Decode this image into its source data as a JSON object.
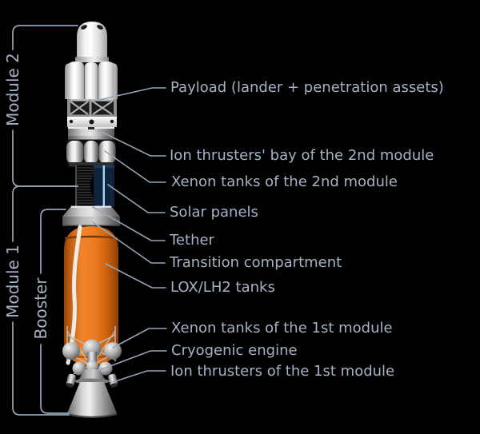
{
  "figure": {
    "title": "Two-module tethered spacecraft / booster stack diagram",
    "bg_color": "#000000",
    "text_color": "#a6b2c3",
    "line_color": "#96a5b6",
    "tank_orange": "#ee7c22",
    "solar_panel_navy": "#10233c",
    "solar_panel_edge_blue": "#a5daee"
  },
  "brackets": [
    {
      "id": "module-2",
      "label": "Module 2"
    },
    {
      "id": "module-1",
      "label": "Module 1"
    },
    {
      "id": "booster",
      "label": "Booster"
    }
  ],
  "labels": [
    {
      "id": "payload",
      "text": "Payload (lander + penetration assets)"
    },
    {
      "id": "ion-bay-2",
      "text": "Ion thrusters' bay of the 2nd module"
    },
    {
      "id": "xenon-2",
      "text": "Xenon tanks of the 2nd module"
    },
    {
      "id": "solar-panels",
      "text": "Solar panels"
    },
    {
      "id": "tether",
      "text": "Tether"
    },
    {
      "id": "transition",
      "text": "Transition compartment"
    },
    {
      "id": "lox-lh2",
      "text": "LOX/LH2 tanks"
    },
    {
      "id": "xenon-1",
      "text": "Xenon tanks of the 1st module"
    },
    {
      "id": "cryo-engine",
      "text": "Cryogenic engine"
    },
    {
      "id": "ion-1",
      "text": "Ion thrusters of the 1st module"
    }
  ]
}
